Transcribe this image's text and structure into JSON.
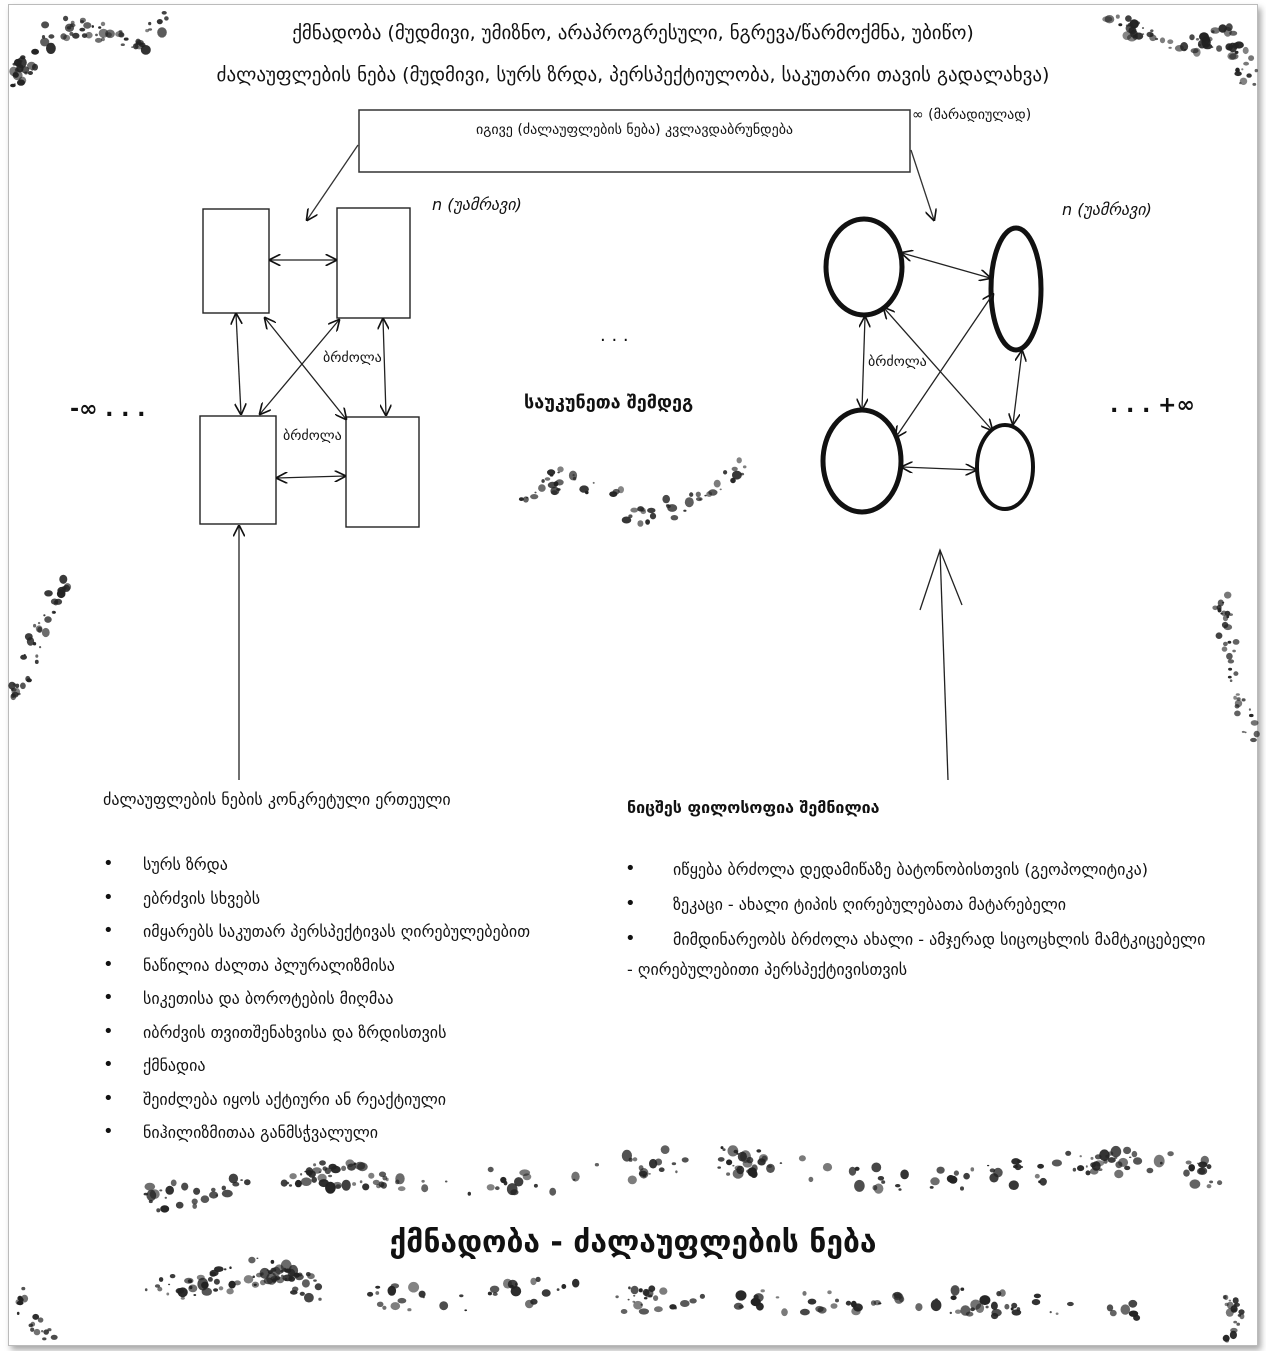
{
  "header": {
    "line1": "ქმნადობა (მუდმივი, უმიზნო, არაპროგრესული, ნგრევა/წარმოქმნა, უბიწო)",
    "line2": "ძალაუფლების ნება (მუდმივი, სურს ზრდა, პერსპექტიულობა, საკუთარი თავის გადალახვა)"
  },
  "recurrence_box": {
    "text": "იგივე (ძალაუფლების ნება) კვლავდაბრუნდება"
  },
  "infinity_label": "∞ (მარადიულად)",
  "left_diagram": {
    "n_label": "n (უამრავი)",
    "struggle_1": "ბრძოლა",
    "struggle_2": "ბრძოლა"
  },
  "right_diagram": {
    "n_label": "n (უამრავი)",
    "struggle": "ბრძოლა"
  },
  "minus_infinity": "-∞ . . .",
  "plus_infinity": ". . . +∞",
  "middle": {
    "ellipsis": ". . .",
    "centuries_later": "საუკუნეთა შემდეგ"
  },
  "left_section": {
    "title": "ძალაუფლების ნების კონკრეტული ერთეული",
    "items": [
      "სურს ზრდა",
      "ებრძვის სხვებს",
      "იმყარებს საკუთარ პერსპექტივას ღირებულებებით",
      "ნაწილია ძალთა პლურალიზმისა",
      "სიკეთისა და ბოროტების მიღმაა",
      "იბრძვის თვითშენახვისა და ზრდისთვის",
      "ქმნადია",
      "შეიძლება იყოს აქტიური ან რეაქტიული",
      "ნიჰილიზმითაა განმსჭვალული"
    ]
  },
  "right_section": {
    "title": "ნიცშეს ფილოსოფია შემნილია",
    "items": [
      "იწყება ბრძოლა დედამიწაზე ბატონობისთვის (გეოპოლიტიკა)",
      "ზეკაცი - ახალი ტიპის ღირებულებათა მატარებელი",
      "მიმდინარეობს ბრძოლა ახალი - ამჯერად სიცოცხლის მამტკიცებელი"
    ],
    "continuation": "- ღირებულებითი პერსპექტივისთვის"
  },
  "footer_title": "ქმნადობა - ძალაუფლების ნება"
}
